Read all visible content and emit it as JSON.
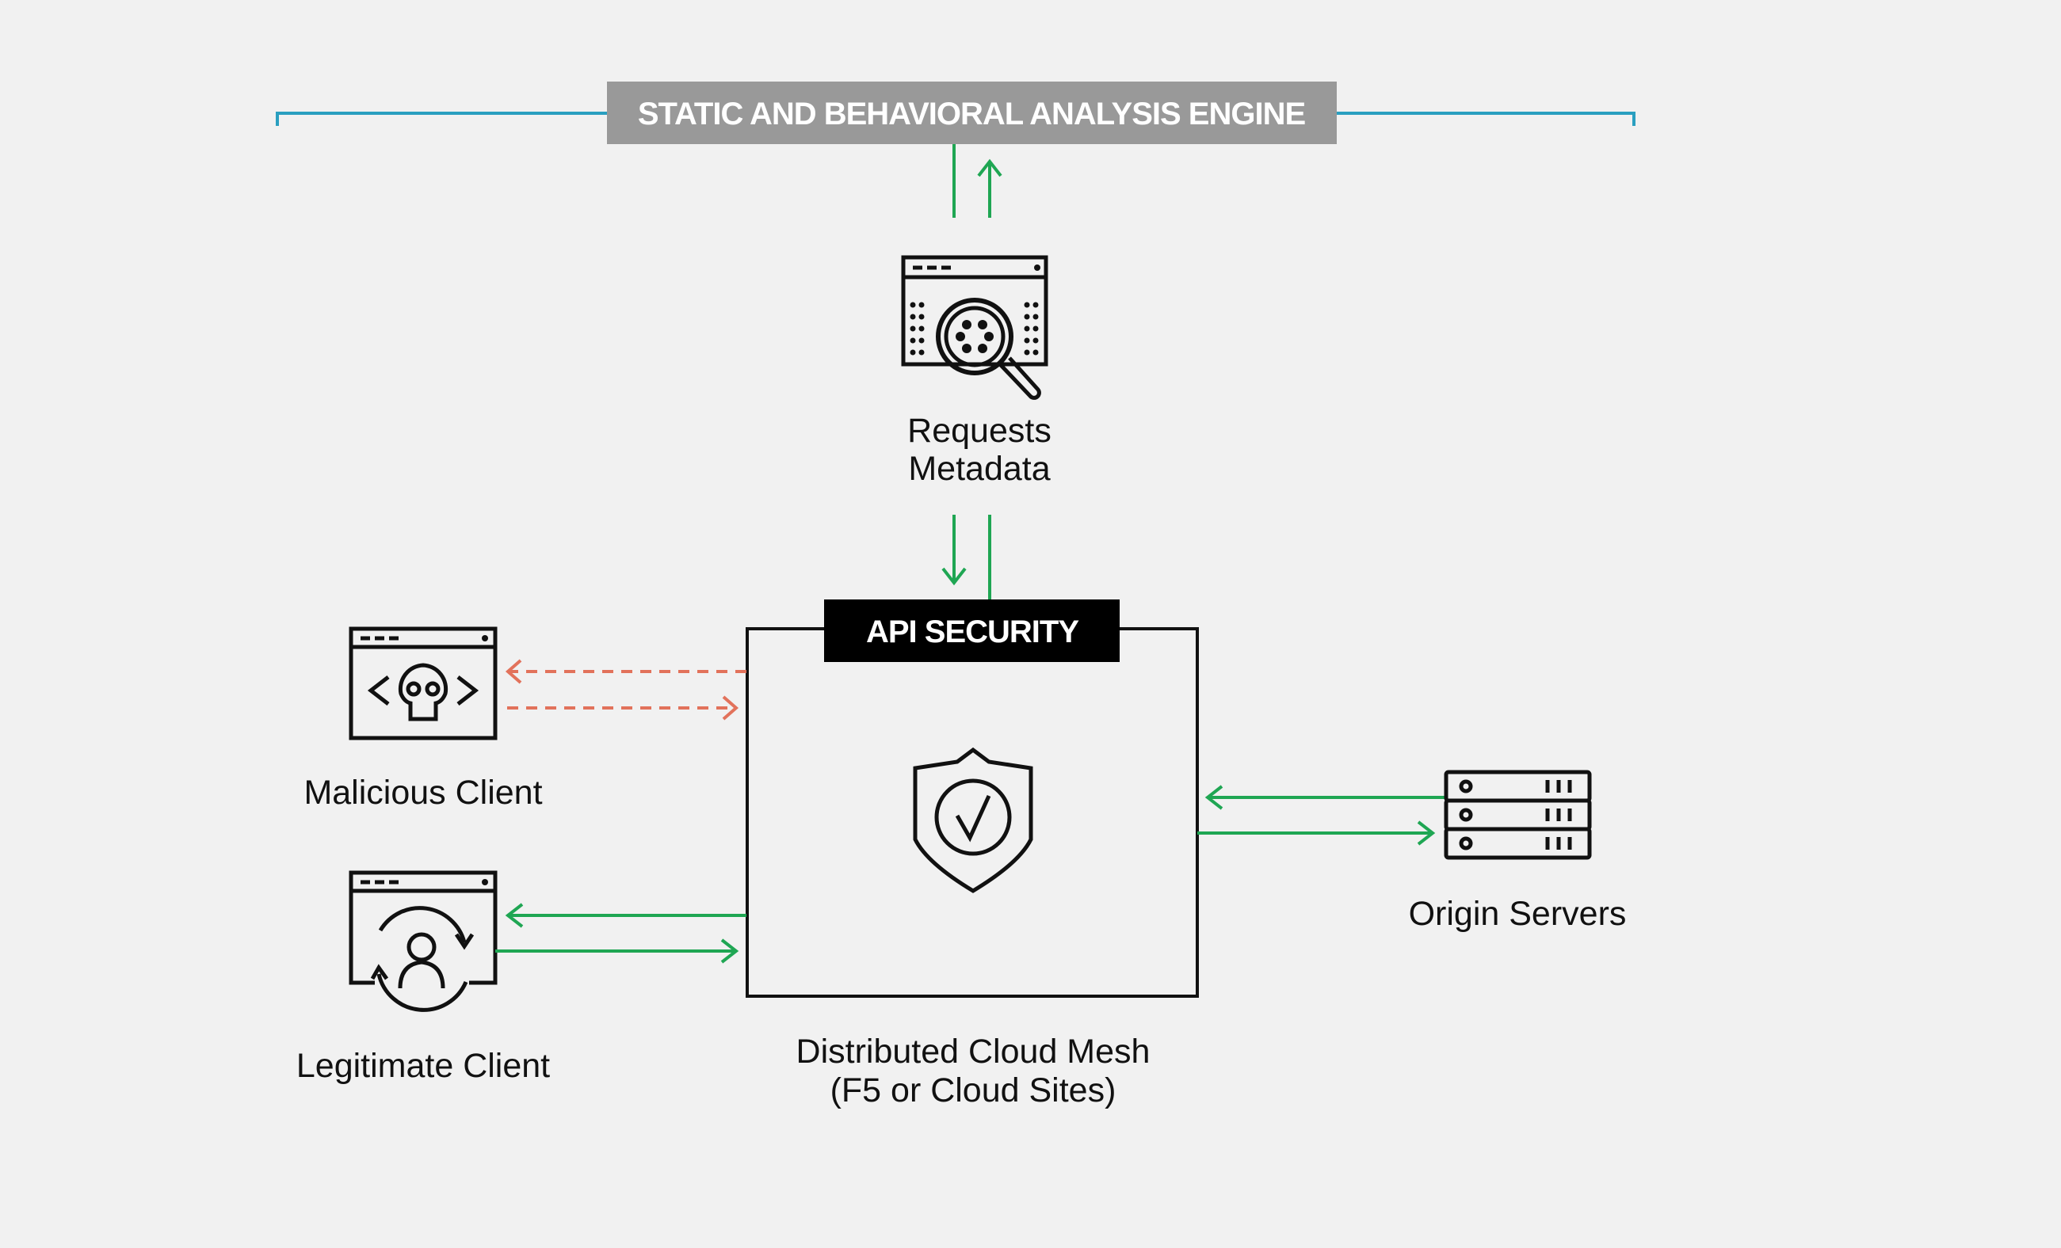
{
  "engine": {
    "label": "STATIC AND BEHAVIORAL ANALYSIS ENGINE"
  },
  "metadata": {
    "line1": "Requests",
    "line2": "Metadata",
    "icon": "browser-magnifier-icon"
  },
  "api_security": {
    "label": "API SECURITY",
    "icon": "shield-check-icon"
  },
  "mesh": {
    "line1": "Distributed Cloud Mesh",
    "line2": "(F5 or Cloud Sites)"
  },
  "malicious_client": {
    "label": "Malicious Client",
    "icon": "browser-skull-icon"
  },
  "legitimate_client": {
    "label": "Legitimate Client",
    "icon": "browser-user-icon"
  },
  "origin_servers": {
    "label": "Origin Servers",
    "icon": "server-stack-icon"
  },
  "colors": {
    "engine_bar": "#999999",
    "bracket": "#2a9fc0",
    "normal_flow": "#1fa653",
    "malicious_flow": "#e2725b",
    "api_label": "#000000"
  }
}
